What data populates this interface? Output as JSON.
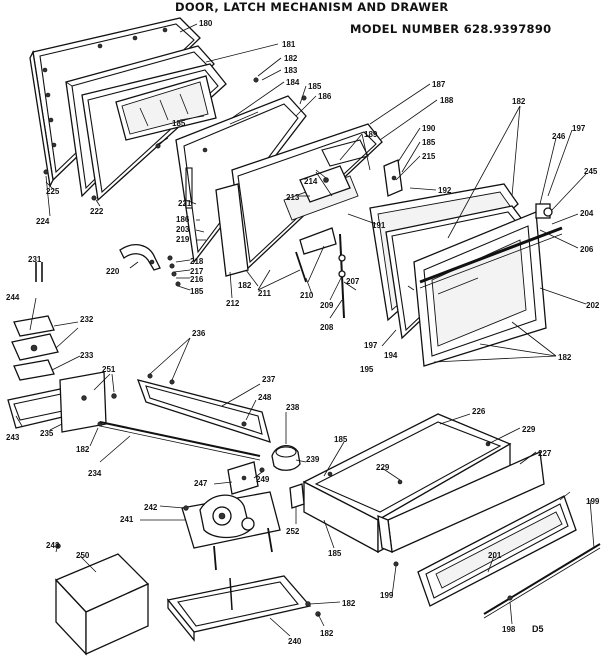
{
  "header": {
    "title": "DOOR, LATCH MECHANISM AND DRAWER",
    "model": "MODEL NUMBER 628.9397890"
  },
  "part_numbers": {
    "p180": "180",
    "p181": "181",
    "p182": "182",
    "p183": "183",
    "p184": "184",
    "p185": "185",
    "p186": "186",
    "p187": "187",
    "p188": "188",
    "p189": "189",
    "p190": "190",
    "p191": "191",
    "p192": "192",
    "p194": "194",
    "p195": "195",
    "p197": "197",
    "p198": "198",
    "p199": "199",
    "p201": "201",
    "p202": "202",
    "p203": "203",
    "p204": "204",
    "p206": "206",
    "p207": "207",
    "p208": "208",
    "p209": "209",
    "p210": "210",
    "p211": "211",
    "p212": "212",
    "p213": "213",
    "p214": "214",
    "p215": "215",
    "p216": "216",
    "p217": "217",
    "p218": "218",
    "p219": "219",
    "p220": "220",
    "p221": "221",
    "p222": "222",
    "p224": "224",
    "p225": "225",
    "p226": "226",
    "p227": "227",
    "p229": "229",
    "p231": "231",
    "p232": "232",
    "p233": "233",
    "p234": "234",
    "p235": "235",
    "p236": "236",
    "p237": "237",
    "p238": "238",
    "p239": "239",
    "p240": "240",
    "p241": "241",
    "p242": "242",
    "p243": "243",
    "p244": "244",
    "p245": "245",
    "p246": "246",
    "p247": "247",
    "p248": "248",
    "p249": "249",
    "p250": "250",
    "p251": "251",
    "p252": "252"
  },
  "footer": {
    "code": "D5"
  }
}
